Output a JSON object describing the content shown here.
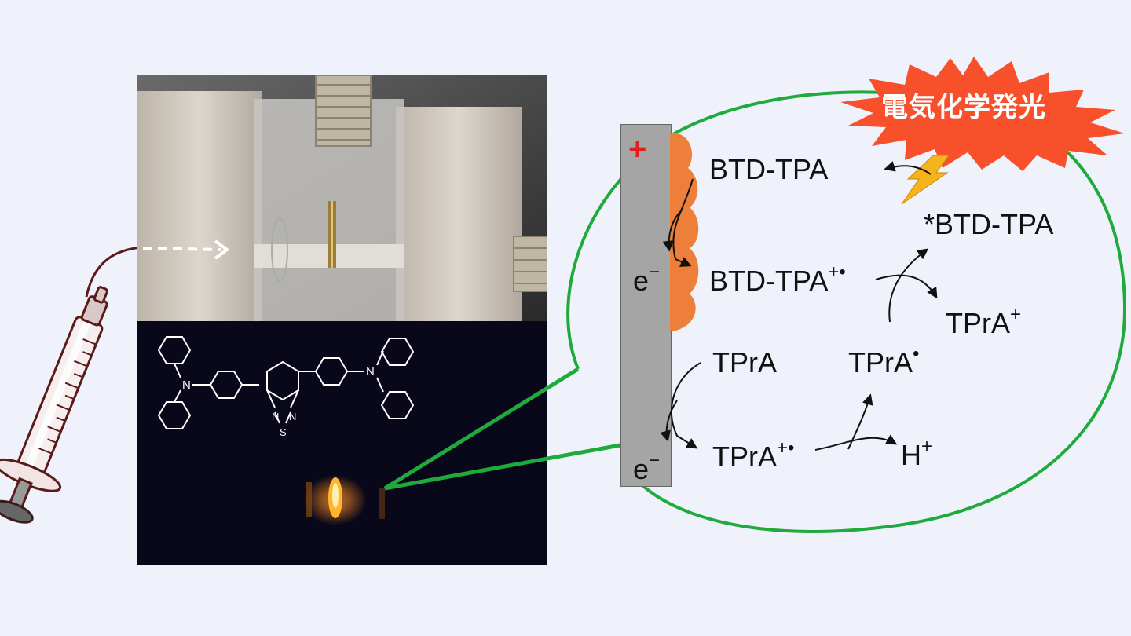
{
  "colors": {
    "background": "#f0f2fb",
    "bubble_outline": "#1faa3c",
    "burst": "#f7502a",
    "electrode": "#a5a5a5",
    "film": "#ee7f3b",
    "plus": "#e02020",
    "lightning": "#f6b41c",
    "glow": "#ff9a1f"
  },
  "badge": {
    "text": "電気化学発光"
  },
  "electrode": {
    "sign": "+"
  },
  "molecule": {
    "atom_n": "N",
    "atom_s": "S"
  },
  "scheme": {
    "btd_tpa": "BTD-TPA",
    "excited": "*BTD-TPA",
    "btd_cation": "BTD-TPA",
    "btd_cation_sup": "+•",
    "electron_1": "e",
    "electron_1_sup": "−",
    "tpra": "TPrA",
    "tpra_radical": "TPrA",
    "tpra_radical_sup": "•",
    "tpra_plus": "TPrA",
    "tpra_plus_sup": "+",
    "tpra_cation": "TPrA",
    "tpra_cation_sup": "+•",
    "electron_2": "e",
    "electron_2_sup": "−",
    "proton": "H",
    "proton_sup": "+"
  }
}
